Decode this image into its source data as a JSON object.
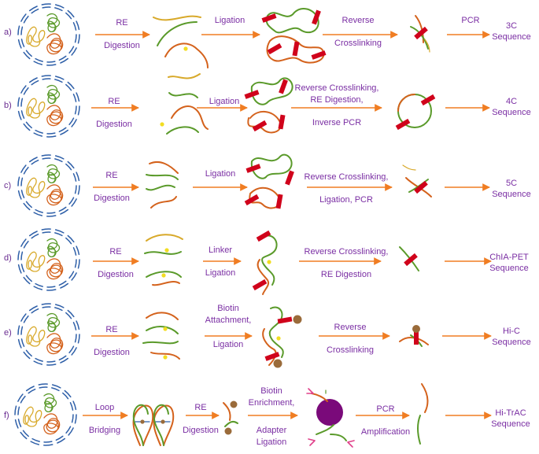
{
  "colors": {
    "arrow": "#f07d22",
    "text": "#7a2ea3",
    "green": "#5a9a2a",
    "orange": "#d4621c",
    "yellow": "#d8a92a",
    "red": "#d0021b",
    "blue": "#2e5fa8",
    "brown": "#9a6b3a",
    "purple": "#7a0a7a",
    "pink": "#e0408a",
    "junction": "#f2dd22"
  },
  "rows": [
    {
      "id": "a",
      "label": "a)",
      "steps": [
        {
          "top": "RE",
          "bottom": "Digestion"
        },
        {
          "top": "Ligation",
          "bottom": ""
        },
        {
          "top": "Reverse",
          "bottom": "Crosslinking"
        },
        {
          "top": "PCR",
          "bottom": ""
        }
      ],
      "output": [
        "3C",
        "Sequence"
      ]
    },
    {
      "id": "b",
      "label": "b)",
      "steps": [
        {
          "top": "RE",
          "bottom": "Digestion"
        },
        {
          "top": "Ligation",
          "bottom": ""
        },
        {
          "top": "Reverse Crosslinking,",
          "middle": "RE Digestion,",
          "bottom": "Inverse PCR"
        },
        {
          "top": "",
          "bottom": ""
        }
      ],
      "output": [
        "4C",
        "Sequence"
      ]
    },
    {
      "id": "c",
      "label": "c)",
      "steps": [
        {
          "top": "RE",
          "bottom": "Digestion"
        },
        {
          "top": "Ligation",
          "bottom": ""
        },
        {
          "top": "Reverse Crosslinking,",
          "bottom": "Ligation,  PCR"
        },
        {
          "top": "",
          "bottom": ""
        }
      ],
      "output": [
        "5C",
        "Sequence"
      ]
    },
    {
      "id": "d",
      "label": "d)",
      "steps": [
        {
          "top": "RE",
          "bottom": "Digestion"
        },
        {
          "top": "Linker",
          "bottom": "Ligation"
        },
        {
          "top": "Reverse Crosslinking,",
          "bottom": "RE Digestion"
        },
        {
          "top": "",
          "bottom": ""
        }
      ],
      "output": [
        "ChIA-PET",
        "Sequence"
      ]
    },
    {
      "id": "e",
      "label": "e)",
      "steps": [
        {
          "top": "RE",
          "bottom": "Digestion"
        },
        {
          "top": "Biotin",
          "middle": "Attachment,",
          "bottom": "Ligation"
        },
        {
          "top": "Reverse",
          "bottom": "Crosslinking"
        },
        {
          "top": "",
          "bottom": ""
        }
      ],
      "output": [
        "Hi-C",
        "Sequence"
      ]
    },
    {
      "id": "f",
      "label": "f)",
      "steps": [
        {
          "top": "Loop",
          "bottom": "Bridging"
        },
        {
          "top": "RE",
          "bottom": "Digestion"
        },
        {
          "top": "Biotin",
          "middle": "Enrichment,",
          "bottom": "Adapter",
          "bottom2": "Ligation"
        },
        {
          "top": "PCR",
          "bottom": "Amplification"
        },
        {
          "top": "",
          "bottom": ""
        }
      ],
      "output": [
        "Hi-TrAC",
        "Sequence"
      ]
    }
  ]
}
